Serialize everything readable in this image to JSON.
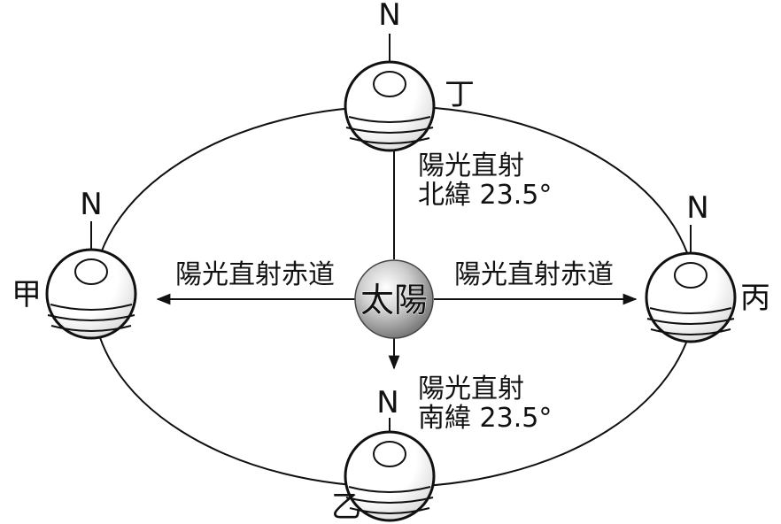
{
  "sun": {
    "label": "太陽"
  },
  "positions": {
    "jia": {
      "name": "甲",
      "north": "N"
    },
    "yi": {
      "name": "乙",
      "north": "N"
    },
    "bing": {
      "name": "丙",
      "north": "N"
    },
    "ding": {
      "name": "丁",
      "north": "N"
    }
  },
  "rays": {
    "west_equator": "陽光直射赤道",
    "east_equator": "陽光直射赤道",
    "north_line1": "陽光直射",
    "north_line2": "北緯 23.5°",
    "south_line1": "陽光直射",
    "south_line2": "南緯 23.5°"
  }
}
